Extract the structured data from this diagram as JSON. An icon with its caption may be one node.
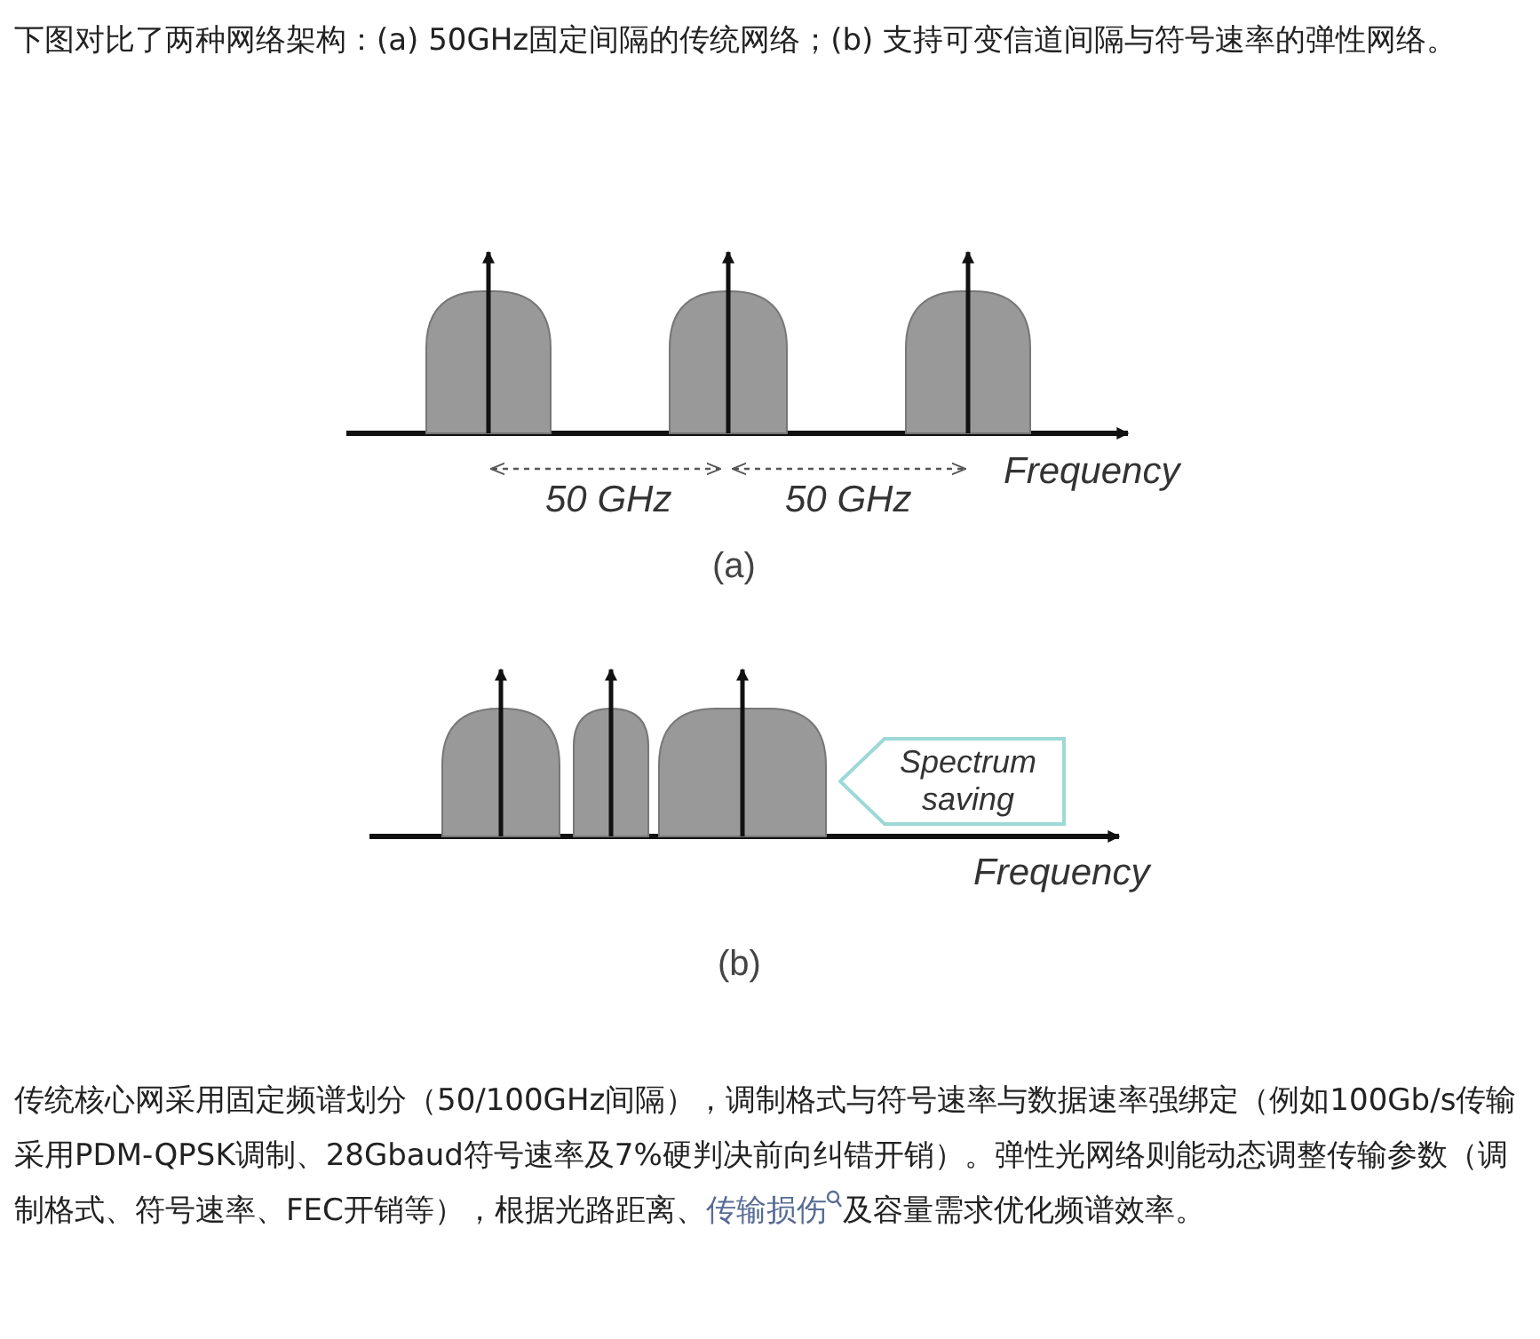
{
  "diagram": {
    "nodes": [
      {
        "text": [
          "Spectrum saving"
        ]
      }
    ],
    "edges": [],
    "labels": [
      "下图对比了两种网络架构：(a) 50GHz固定间隔的传统网络；(b) 支持可变信道间隔与符号速率的弹性网络。",
      "50 GHz",
      "50 GHz",
      "Frequency",
      "(a)",
      "Frequency",
      "(b)",
      "传统核心网采用固定频谱划分（50/100GHz间隔），调制格式与符号速率与数据速率强绑定（例如100Gb/s传输采用PDM-QPSK调制、28Gbaud符号速率及7%硬判决前向纠错开销）。弹性光网络则能动态调整传输参数（调制格式、符号速率、FEC开销等），根据光路距离、",
      "传输损伤",
      "及容量需求优化频谱效率。"
    ]
  }
}
